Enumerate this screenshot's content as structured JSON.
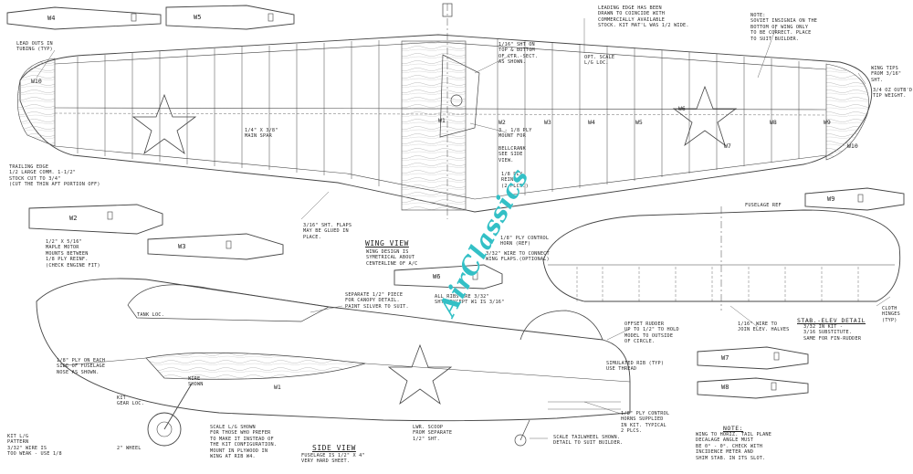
{
  "watermark": "AirClassics",
  "titles": {
    "wing_view": "WING VIEW",
    "side_view": "SIDE VIEW",
    "stab_detail": "STAB.-ELEV DETAIL",
    "note": "NOTE:"
  },
  "parts": {
    "w4": "W4",
    "w5": "W5",
    "w2": "W2",
    "w3": "W3",
    "w6": "W6",
    "w7": "W7",
    "w8": "W8",
    "w9": "W9"
  },
  "ribs": {
    "w1": "W1",
    "w2": "W2",
    "w3": "W3",
    "w4": "W4",
    "w5": "W5",
    "w6": "W6",
    "w7": "W7",
    "w8": "W8",
    "w9": "W9",
    "w10l": "W10",
    "w10r": "W10",
    "fuse_w1": "W1"
  },
  "notes": {
    "lead_outs": "LEAD OUTS IN\nTUBING (TYP)",
    "leading_edge": "LEADING EDGE HAS BEEN\nDRAWN TO COINCIDE WITH\nCOMMERCIALLY AVAILABLE\nSTOCK. KIT MAT'L WAS 1/2 WIDE.",
    "soviet_note": "NOTE:\nSOVIET INSIGNIA ON THE\nBOTTOM OF WING ONLY\nTO BE CORRECT. PLACE\nTO SUIT BUILDER.",
    "sheet_on_ctr": "1/16\" SHT ON\nTOP & BOTTOM\nOF CTR.-SECT.\nAS SHOWN.",
    "opt_scale_lg": "OPT. SCALE\nL/G LOC.",
    "wing_tips": "WING TIPS\nFROM 3/16\"\nSHT.",
    "outb_tip_weight": "3/4 OZ OUTB'D\nTIP WEIGHT.",
    "ply_mount": "3 - 1/8 PLY\nMOUNT FOR",
    "bellcrank": "BELLCRANK\nSEE SIDE\nVIEW.",
    "ply_reinf": "1/8 PLY\nREINF.\n(2 PLCS.)",
    "main_spar": "1/4\" X 3/8\"\nMAIN SPAR",
    "trailing_edge": "TRAILING EDGE\n1/2 LARGE COMM. 1-1/2\"\nSTOCK CUT TO 3/4\"\n(CUT THE THIN AFT PORTION OFF)",
    "flaps": "3/16\" SHT. FLAPS\nMAY BE GLUED IN\nPLACE.",
    "wing_design": "WING DESIGN IS\nSYMETRICAL ABOUT\nCENTERLINE OF A/C",
    "control_horn": "1/8\" PLY CONTROL\nHORN (REF)",
    "wire_flaps": "3/32\" WIRE TO CONNECT\nWING FLAPS.(OPTIONAL)",
    "all_ribs": "ALL RIBS ARE 3/32\"\nSHT. EXCEPT W1 IS 3/16\"",
    "fuselage_ref": "FUSELAGE REF",
    "cloth_hinges": "CLOTH\nHINGES\n(TYP)",
    "join_elev": "1/16\" WIRE TO\nJOIN ELEV. HALVES",
    "stab_sub": "3/32 IN KIT -\n3/16 SUBSTITUTE.\nSAME FOR FIN-RUDDER",
    "maple_mount": "1/2\" X 5/16\"\nMAPLE MOTOR\nMOUNTS BETWEEN\n1/8 PLY REINF.\n(CHECK ENGINE FIT)",
    "tank_loc": "TANK LOC.",
    "canopy": "SEPARATE 1/2\" PIECE\nFOR CANOPY DETAIL.\nPAINT SILVER TO SUIT.",
    "ply_each_side": "1/8\" PLY ON EACH\nSIDE OF FUSELAGE\nNOSE AS SHOWN.",
    "wire_shown": "WIRE\nSHOWN",
    "kit_gear": "KIT\nGEAR LOC.",
    "offset_rudder": "OFFSET RUDDER\nUP TO 1/2\" TO HOLD\nMODEL TO OUTSIDE\nOF CIRCLE.",
    "sim_rib": "SIMULATED RIB (TYP)\nUSE THREAD",
    "ply_horns": "1/8\" PLY CONTROL\nHORNS SUPPLIED\nIN KIT. TYPICAL\n2 PLCS.",
    "kit_lg": "KIT L/G\nPATTERN\n3/32\" WIRE IS\nTOO WEAK - USE 1/8",
    "wheel": "2\" WHEEL",
    "scale_lg": "SCALE L/G SHOWN\nFOR THOSE WHO PREFER\nTO MAKE IT INSTEAD OF\nTHE KIT CONFIGURATION.\nMOUNT IN PLYWOOD IN\nWING AT RIB W4.",
    "fuselage_sheet": "FUSELAGE IS 1/2\" X 4\"\nVERY HARD SHEET.",
    "lwr_scoop": "LWR. SCOOP\nFROM SEPARATE\n1/2\" SHT.",
    "tailwheel": "SCALE TAILWHEEL SHOWN.\nDETAIL TO SUIT BUILDER.",
    "note_body": "WING TO HORIZ. TAIL PLANE\nDECALAGE ANGLE MUST\nBE 0° - 0°. CHECK WITH\nINCIDENCE METER AND\nSHIM STAB. IN ITS SLOT."
  }
}
